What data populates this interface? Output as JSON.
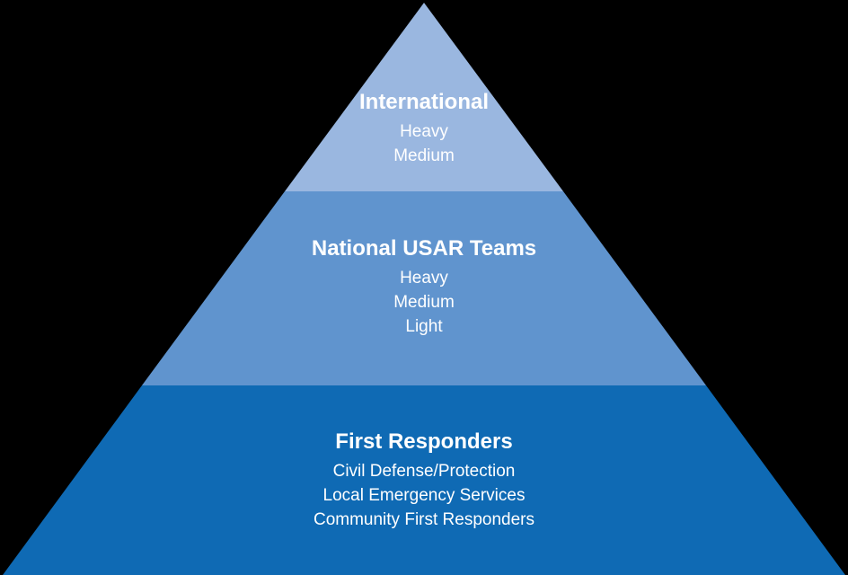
{
  "diagram": {
    "background_color": "#000000",
    "text_color": "#ffffff",
    "tiers": [
      {
        "title": "International",
        "items": [
          "Heavy",
          "Medium"
        ],
        "color": "#9ab7e0"
      },
      {
        "title": "National USAR Teams",
        "items": [
          "Heavy",
          "Medium",
          "Light"
        ],
        "color": "#6094ce"
      },
      {
        "title": "First Responders",
        "items": [
          "Civil Defense/Protection",
          "Local Emergency Services",
          "Community First Responders"
        ],
        "color": "#0f6ab4"
      }
    ]
  }
}
